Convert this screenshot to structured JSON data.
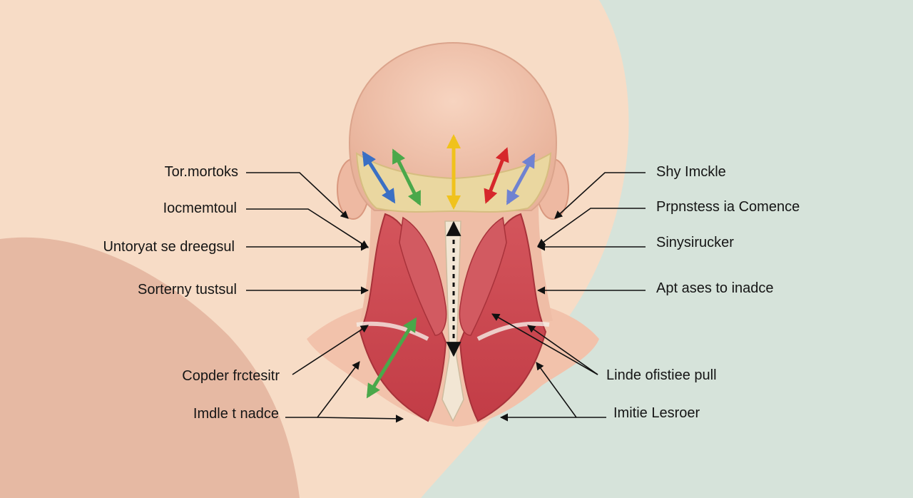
{
  "diagram": {
    "left_labels": [
      "Tor.mortoks",
      "Iocmemtoul",
      "Untoryat se dreegsul",
      "Sorterny tustsul",
      "Copder frctesitr",
      "Imdle t nadce"
    ],
    "right_labels": [
      "Shy Imckle",
      "Prpnstess ia Comence",
      "Sinysirucker",
      "Apt ases to inadce",
      "Linde ofistiee pull",
      "Imitie Lesroer"
    ]
  },
  "colors": {
    "background_peach": "#f7dcc6",
    "background_rose": "#e6b9a3",
    "background_mint": "#d6e3da",
    "skin": "#f3c8b2",
    "skull_bone": "#ead7a0",
    "muscle": "#c9434c",
    "arrow_blue": "#3a6fc4",
    "arrow_green": "#4aa84a",
    "arrow_yellow": "#f0c21c",
    "arrow_red": "#d6272b",
    "arrow_periwinkle": "#6f82d1",
    "leader_line": "#111111"
  }
}
